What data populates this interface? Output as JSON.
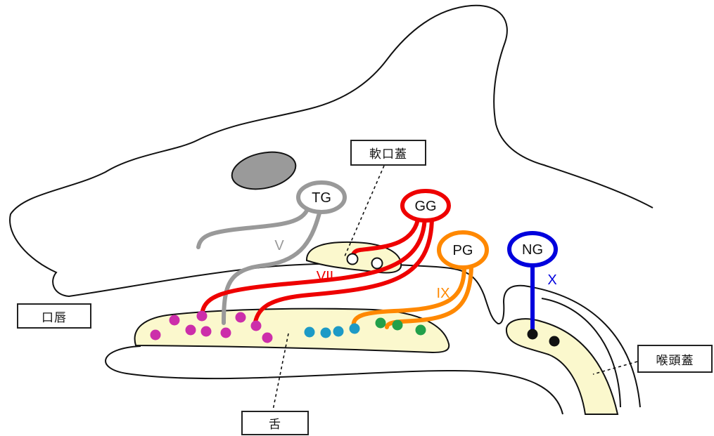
{
  "labels": {
    "soft_palate": "軟口蓋",
    "lip": "口唇",
    "tongue": "舌",
    "epiglottis": "喉頭蓋"
  },
  "ganglia": {
    "tg": "TG",
    "gg": "GG",
    "pg": "PG",
    "ng": "NG"
  },
  "nerves": {
    "v": "V",
    "vii": "VII",
    "ix": "IX",
    "x": "X"
  },
  "colors": {
    "trigeminal": "#999999",
    "facial": "#ee0000",
    "glossopharyngeal": "#ff8800",
    "vagus": "#0000dd",
    "tissue": "#fbf8cd",
    "eye": "#9a9a9a",
    "papilla_anterior": "#cc2eaa",
    "papilla_mid": "#1d9ac6",
    "papilla_posterior": "#22a04a",
    "papilla_dark": "#111111"
  }
}
